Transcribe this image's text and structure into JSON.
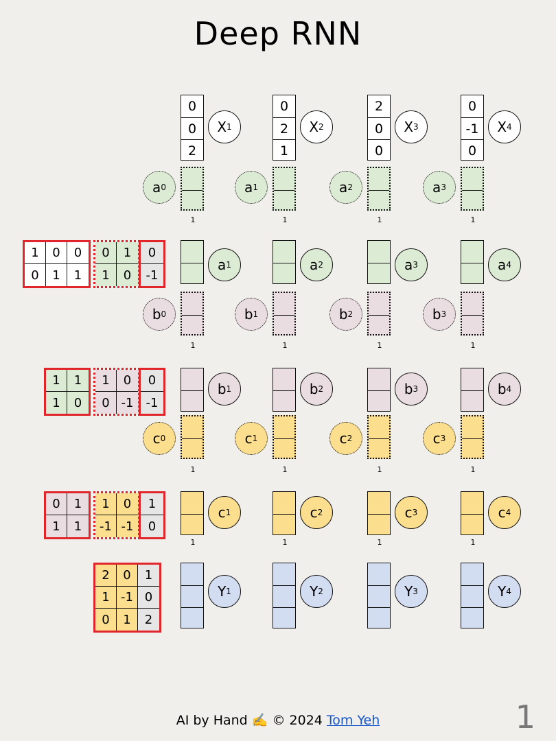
{
  "title": "Deep RNN",
  "footer": {
    "text": "AI by Hand ✍️ ©  2024 ",
    "author": "Tom Yeh"
  },
  "page_number": "1",
  "one": "1",
  "inputs": [
    {
      "label": "X",
      "sub": "1",
      "values": [
        "0",
        "0",
        "2"
      ]
    },
    {
      "label": "X",
      "sub": "2",
      "values": [
        "0",
        "2",
        "1"
      ]
    },
    {
      "label": "X",
      "sub": "3",
      "values": [
        "2",
        "0",
        "0"
      ]
    },
    {
      "label": "X",
      "sub": "4",
      "values": [
        "0",
        "-1",
        "0"
      ]
    }
  ],
  "prev_a": [
    {
      "label": "a",
      "sub": "0"
    },
    {
      "label": "a",
      "sub": "1"
    },
    {
      "label": "a",
      "sub": "2"
    },
    {
      "label": "a",
      "sub": "3"
    }
  ],
  "a": [
    {
      "label": "a",
      "sub": "1"
    },
    {
      "label": "a",
      "sub": "2"
    },
    {
      "label": "a",
      "sub": "3"
    },
    {
      "label": "a",
      "sub": "4"
    }
  ],
  "prev_b": [
    {
      "label": "b",
      "sub": "0"
    },
    {
      "label": "b",
      "sub": "1"
    },
    {
      "label": "b",
      "sub": "2"
    },
    {
      "label": "b",
      "sub": "3"
    }
  ],
  "b": [
    {
      "label": "b",
      "sub": "1"
    },
    {
      "label": "b",
      "sub": "2"
    },
    {
      "label": "b",
      "sub": "3"
    },
    {
      "label": "b",
      "sub": "4"
    }
  ],
  "prev_c": [
    {
      "label": "c",
      "sub": "0"
    },
    {
      "label": "c",
      "sub": "1"
    },
    {
      "label": "c",
      "sub": "2"
    },
    {
      "label": "c",
      "sub": "3"
    }
  ],
  "c": [
    {
      "label": "c",
      "sub": "1"
    },
    {
      "label": "c",
      "sub": "2"
    },
    {
      "label": "c",
      "sub": "3"
    },
    {
      "label": "c",
      "sub": "4"
    }
  ],
  "y": [
    {
      "label": "Y",
      "sub": "1"
    },
    {
      "label": "Y",
      "sub": "2"
    },
    {
      "label": "Y",
      "sub": "3"
    },
    {
      "label": "Y",
      "sub": "4"
    }
  ],
  "matrices": {
    "layer1": {
      "input_weights": [
        [
          "1",
          "0",
          "0"
        ],
        [
          "0",
          "1",
          "1"
        ]
      ],
      "hidden_weights": [
        [
          "0",
          "1"
        ],
        [
          "1",
          "0"
        ]
      ],
      "bias": [
        "0",
        "-1"
      ]
    },
    "layer2": {
      "input_weights": [
        [
          "1",
          "1"
        ],
        [
          "1",
          "0"
        ]
      ],
      "hidden_weights": [
        [
          "1",
          "0"
        ],
        [
          "0",
          "-1"
        ]
      ],
      "bias": [
        "0",
        "-1"
      ]
    },
    "layer3": {
      "input_weights": [
        [
          "0",
          "1"
        ],
        [
          "1",
          "1"
        ]
      ],
      "hidden_weights": [
        [
          "1",
          "0"
        ],
        [
          "-1",
          "-1"
        ]
      ],
      "bias": [
        "1",
        "0"
      ]
    },
    "output": {
      "weights": [
        [
          "2",
          "0"
        ],
        [
          "1",
          "-1"
        ],
        [
          "0",
          "1"
        ]
      ],
      "bias": [
        "1",
        "0",
        "2"
      ]
    }
  },
  "colors": {
    "green": "#dcebd3",
    "pink": "#eadde2",
    "yellow": "#fbdf8f",
    "blue": "#d3ddf2",
    "red_border": "#e0262a",
    "gray": "#e6e6e6"
  }
}
